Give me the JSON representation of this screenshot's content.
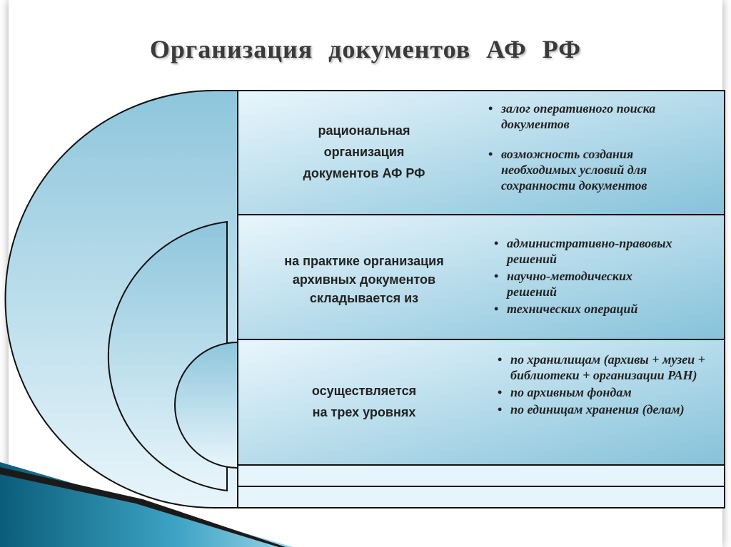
{
  "title": "Организация документов АФ РФ",
  "rows": [
    {
      "label_lines": [
        "рациональная",
        "организация",
        "документов АФ РФ"
      ],
      "bullets": [
        "залог оперативного поиска документов",
        "возможность создания необходимых условий для сохранности документов"
      ]
    },
    {
      "label_lines": [
        "на практике организация",
        "архивных документов",
        "складывается из"
      ],
      "bullets": [
        "административно-правовых решений",
        "научно-методических решений",
        "технических операций"
      ]
    },
    {
      "label_lines": [
        "осуществляется",
        "на трех уровнях"
      ],
      "bullets": [
        " по хранилищам  (архивы + музеи + библиотеки + организации РАН)",
        "по архивным фондам",
        "по единицам хранения (делам)"
      ]
    }
  ],
  "colors": {
    "fill_light": "#e6f4fb",
    "fill_dark": "#8ec6dc",
    "stroke": "#111111",
    "accent_dark": "#0b5d7a"
  }
}
